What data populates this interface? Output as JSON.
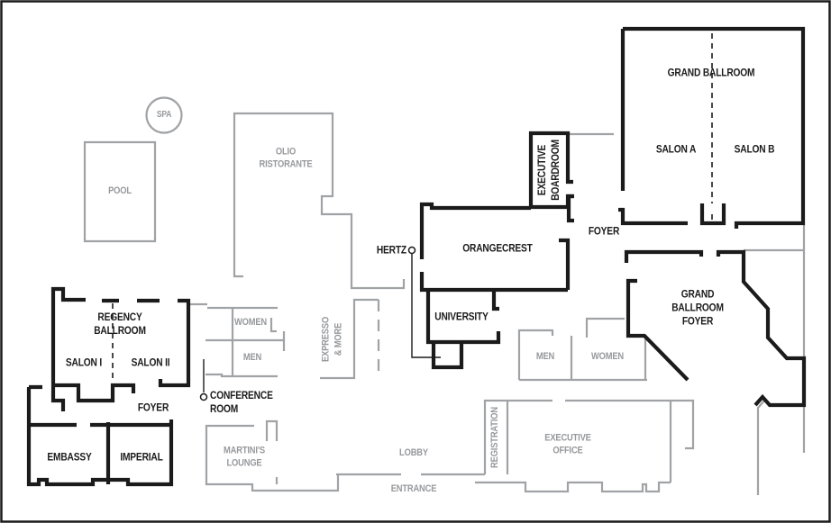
{
  "plan_title": "hotel-conference-floor-plan",
  "colors": {
    "wall_black": "#1b1b1b",
    "wall_gray": "#a0a2a5",
    "text_black": "#1b1b1b",
    "text_gray": "#96999c",
    "background": "#ffffff"
  },
  "labels": {
    "spa": "SPA",
    "pool": "POOL",
    "olio_ristorante": "OLIO\nRISTORANTE",
    "hertz": "HERTZ",
    "executive_boardroom": "EXECUTIVE\nBOARDROOM",
    "grand_ballroom": "GRAND BALLROOM",
    "salon_a": "SALON A",
    "salon_b": "SALON B",
    "foyer_grand": "FOYER",
    "orangecrest": "ORANGECREST",
    "university": "UNIVERSITY",
    "grand_ballroom_foyer": "GRAND\nBALLROOM\nFOYER",
    "men_east": "MEN",
    "women_east": "WOMEN",
    "regency_ballroom": "REGENCY\nBALLROOM",
    "salon_1": "SALON I",
    "salon_2": "SALON II",
    "women_west": "WOMEN",
    "men_west": "MEN",
    "expresso_and_more": "EXPRESSO\n& MORE",
    "conference_room": "CONFERENCE\nROOM",
    "foyer_regency": "FOYER",
    "embassy": "EMBASSY",
    "imperial": "IMPERIAL",
    "martinis_lounge": "MARTINI'S\nLOUNGE",
    "lobby": "LOBBY",
    "entrance": "ENTRANCE",
    "registration": "REGISTRATION",
    "executive_office": "EXECUTIVE\nOFFICE"
  }
}
